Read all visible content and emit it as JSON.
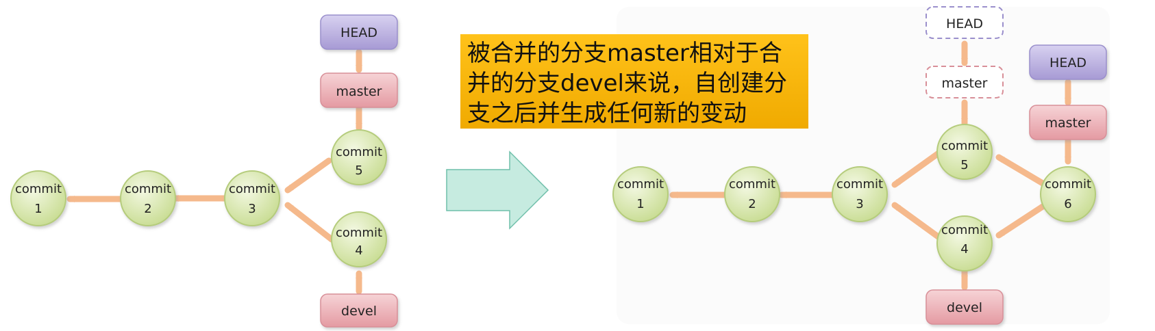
{
  "left": {
    "commits": [
      {
        "label": "commit",
        "num": "1"
      },
      {
        "label": "commit",
        "num": "2"
      },
      {
        "label": "commit",
        "num": "3"
      },
      {
        "label": "commit",
        "num": "5"
      },
      {
        "label": "commit",
        "num": "4"
      }
    ],
    "refs": {
      "head": "HEAD",
      "master": "master",
      "devel": "devel"
    }
  },
  "right": {
    "commits": [
      {
        "label": "commit",
        "num": "1"
      },
      {
        "label": "commit",
        "num": "2"
      },
      {
        "label": "commit",
        "num": "3"
      },
      {
        "label": "commit",
        "num": "5"
      },
      {
        "label": "commit",
        "num": "4"
      },
      {
        "label": "commit",
        "num": "6"
      }
    ],
    "refs": {
      "old_head": "HEAD",
      "old_master": "master",
      "head": "HEAD",
      "master": "master",
      "devel": "devel"
    }
  },
  "note": {
    "text": "被合并的分支master相对于合并的分支devel来说，自创建分支之后并生成任何新的变动"
  },
  "colors": {
    "commit_fill": "#d6e6a8",
    "commit_stroke": "#b5cc7c",
    "edge": "#f5b98c",
    "head_fill": "#b7addc",
    "master_fill": "#eaaab0",
    "note_bg": "#ffbf17",
    "arrow_fill": "#bfe8dc"
  }
}
